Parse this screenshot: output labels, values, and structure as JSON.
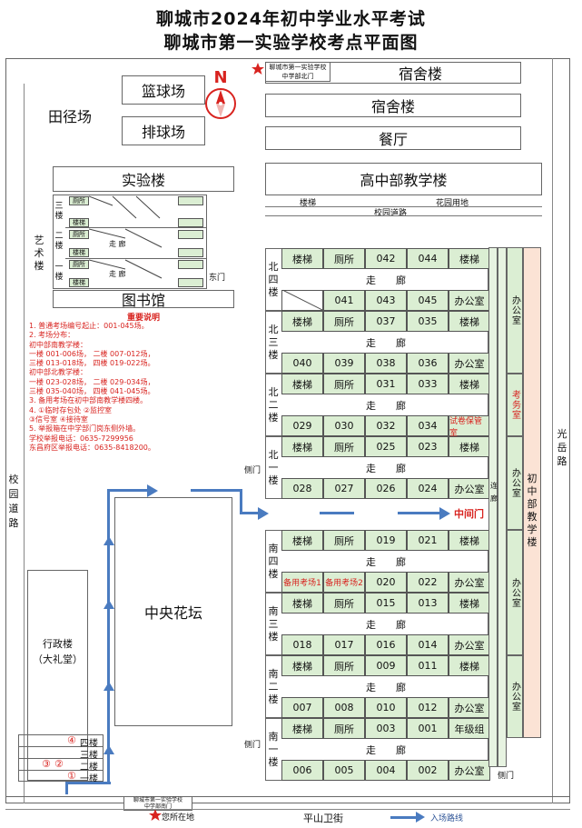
{
  "title_line1": "聊城市2024年初中学业水平考试",
  "title_line2": "聊城市第一实验学校考点平面图",
  "compass": {
    "letter": "N"
  },
  "gate_north": {
    "line1": "聊城市第一实验学校",
    "line2": "中学部北门"
  },
  "gate_south": {
    "line1": "聊城市第一实验学校",
    "line2": "中学部南门"
  },
  "you_are_here": "您所在地",
  "legend_route": "入场路线",
  "buildings": {
    "track": "田径场",
    "basketball": "篮球场",
    "volleyball": "排球场",
    "dorm1": "宿舍楼",
    "dorm2": "宿舍楼",
    "canteen": "餐厅",
    "lab": "实验楼",
    "high_school": "高中部教学楼",
    "stairs": "楼梯",
    "garden_land": "花园用地",
    "campus_road": "校园道路",
    "campus_road_v": "校园道路",
    "art": "艺术楼",
    "library": "图书馆",
    "east_gate": "东门",
    "central_garden": "中央花坛",
    "admin": "行政楼",
    "auditorium": "（大礼堂）",
    "middle_gate": "中间门",
    "corridor_v": "连廊",
    "junior_school": "初中部教学楼",
    "pingshan_street": "平山卫街",
    "guangyue_road": "光岳路",
    "side_gate": "侧门"
  },
  "art_floors": {
    "f3": "三楼",
    "f2": "二楼",
    "f1": "一楼",
    "stairs": "楼梯",
    "toilet": "厕所",
    "corridor": "走 廊"
  },
  "admin_floors": {
    "f4": "四楼",
    "f3": "三楼",
    "f2": "二楼",
    "f1": "一楼",
    "m1": "①",
    "m2": "②",
    "m3": "③",
    "m4": "④"
  },
  "notes": {
    "heading": "重要说明",
    "lines": [
      "1. 普通考场编号起止：001-045场。",
      "2. 考场分布：",
      "初中部南教学楼：",
      "一楼 001-006场，  二楼 007-012场，",
      "三楼 013-018场，  四楼 019-022场。",
      "初中部北教学楼：",
      "一楼 023-028场，  二楼 029-034场，",
      "三楼 035-040场，  四楼 041-045场。",
      "3. 备用考场在初中部南教学楼四楼。",
      "4. ①临时存包处   ②监控室",
      "   ③信号室       ④接待室",
      "5. 举报箱在中学部门岗东侧外墙。",
      "学校举报电话：0635-7299956",
      "东昌府区举报电话：0635-8418200。"
    ]
  },
  "floors": [
    {
      "label": "北四楼",
      "top": [
        "楼梯",
        "厕所",
        "042",
        "044",
        "楼梯"
      ],
      "corridor": "走　　廊",
      "bottom": [
        "",
        "041",
        "043",
        "045",
        "办公室"
      ]
    },
    {
      "label": "北三楼",
      "top": [
        "楼梯",
        "厕所",
        "037",
        "035",
        "楼梯"
      ],
      "corridor": "走　　廊",
      "bottom": [
        "040",
        "039",
        "038",
        "036",
        "办公室"
      ]
    },
    {
      "label": "北二楼",
      "top": [
        "楼梯",
        "厕所",
        "031",
        "033",
        "楼梯"
      ],
      "corridor": "走　　廊",
      "bottom": [
        "029",
        "030",
        "032",
        "034",
        "试卷保管室"
      ]
    },
    {
      "label": "北一楼",
      "top": [
        "楼梯",
        "厕所",
        "025",
        "023",
        "楼梯"
      ],
      "corridor": "走　　廊",
      "bottom": [
        "028",
        "027",
        "026",
        "024",
        "办公室"
      ]
    },
    {
      "label": "南四楼",
      "top": [
        "楼梯",
        "厕所",
        "019",
        "021",
        "楼梯"
      ],
      "corridor": "走　　廊",
      "bottom": [
        "备用考场1",
        "备用考场2",
        "020",
        "022",
        "办公室"
      ]
    },
    {
      "label": "南三楼",
      "top": [
        "楼梯",
        "厕所",
        "015",
        "013",
        "楼梯"
      ],
      "corridor": "走　　廊",
      "bottom": [
        "018",
        "017",
        "016",
        "014",
        "办公室"
      ]
    },
    {
      "label": "南二楼",
      "top": [
        "楼梯",
        "厕所",
        "009",
        "011",
        "楼梯"
      ],
      "corridor": "走　　廊",
      "bottom": [
        "007",
        "008",
        "010",
        "012",
        "办公室"
      ]
    },
    {
      "label": "南一楼",
      "top": [
        "楼梯",
        "厕所",
        "003",
        "001",
        "年级组"
      ],
      "corridor": "走　　廊",
      "bottom": [
        "006",
        "005",
        "004",
        "002",
        "办公室"
      ]
    }
  ],
  "offices": [
    "办公室",
    "考务室",
    "办公室",
    "办公室",
    "办公室"
  ],
  "colors": {
    "red": "#d8231f",
    "green": "#dbeed3",
    "peach": "#fbe3d5",
    "route": "#4a7bc0"
  }
}
